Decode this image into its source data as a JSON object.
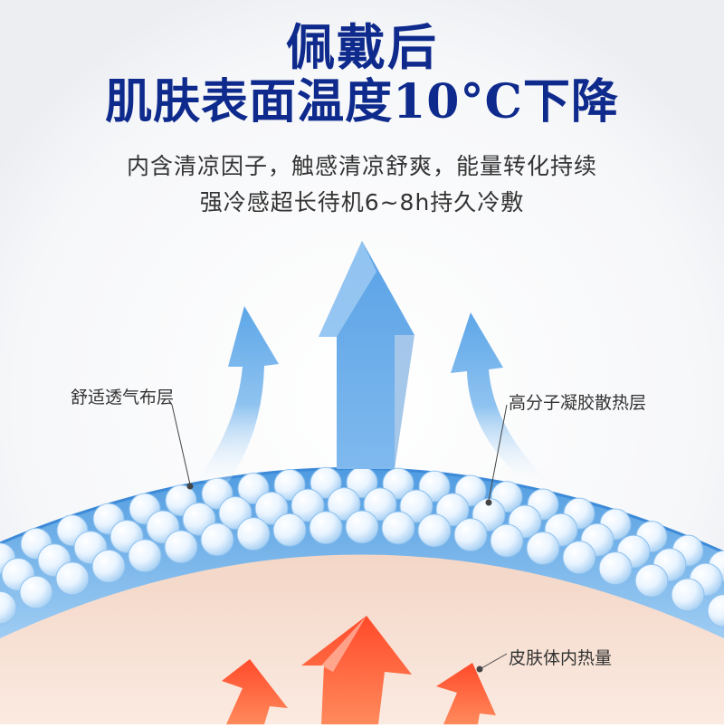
{
  "title_line1": "佩戴后",
  "title_line2": "肌肤表面温度10°C下降",
  "subtitle_line1": "内含清凉因子，触感清凉舒爽，能量转化持续",
  "subtitle_line2": "强冷感超长待机6~8h持久冷敷",
  "labels": {
    "left": "舒适透气布层",
    "right": "高分子凝胶散热层",
    "skin": "皮肤体内热量"
  },
  "colors": {
    "title": "#0e2a8c",
    "cool_arrow": "#6fb2ec",
    "gel_layer": "#6aaee6",
    "heat_arrow": "#ff5a36",
    "skin": "#f8e1d4"
  }
}
